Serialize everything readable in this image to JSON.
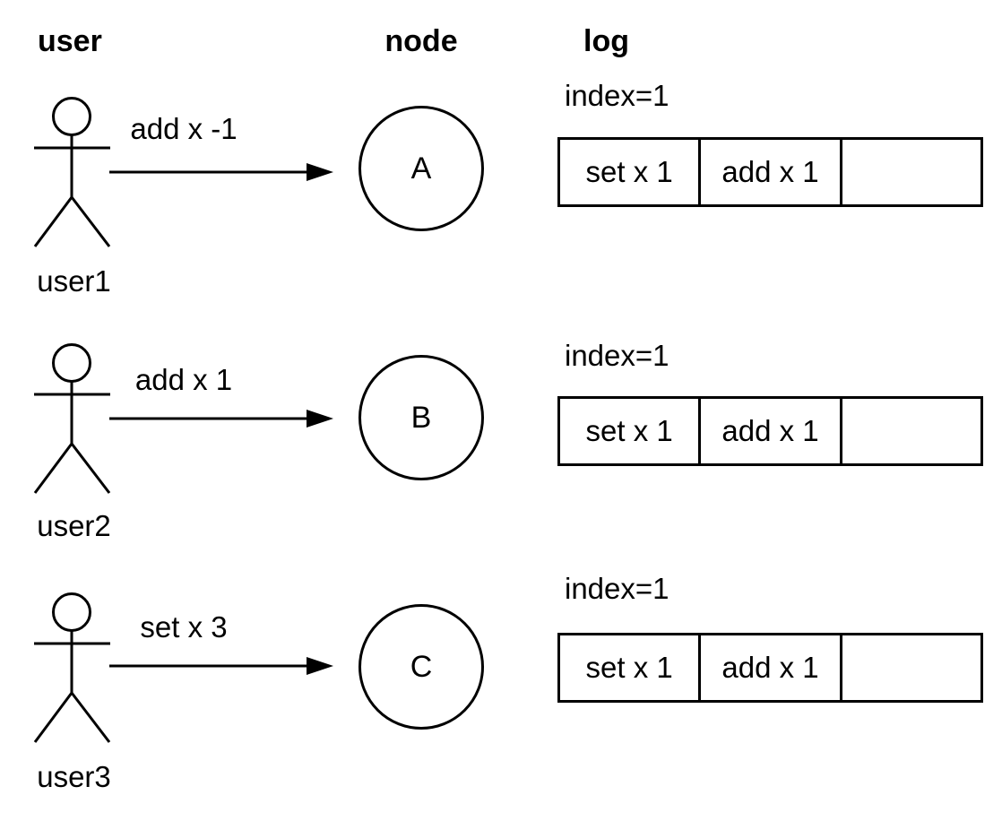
{
  "page": {
    "background_color": "#ffffff",
    "ink_color": "#000000"
  },
  "headers": {
    "user": "user",
    "node": "node",
    "log": "log"
  },
  "icons": {
    "actor": "stick-figure-icon",
    "arrow": "right-arrow-icon"
  },
  "rows": [
    {
      "user_label": "user1",
      "message": "add x -1",
      "node_letter": "A",
      "log_index": "index=1",
      "log_cells": [
        "set x 1",
        "add x 1",
        ""
      ]
    },
    {
      "user_label": "user2",
      "message": "add x 1",
      "node_letter": "B",
      "log_index": "index=1",
      "log_cells": [
        "set x 1",
        "add x 1",
        ""
      ]
    },
    {
      "user_label": "user3",
      "message": "set x 3",
      "node_letter": "C",
      "log_index": "index=1",
      "log_cells": [
        "set x 1",
        "add x 1",
        ""
      ]
    }
  ]
}
